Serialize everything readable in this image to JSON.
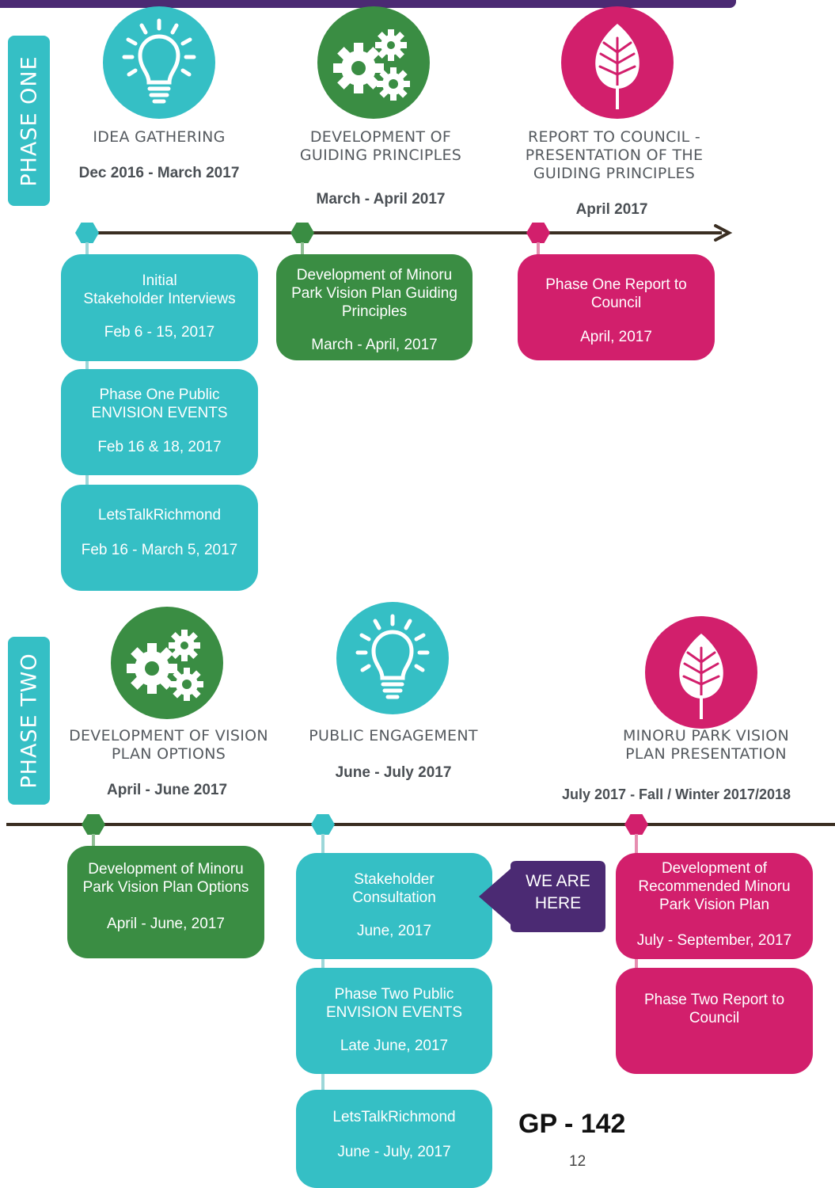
{
  "phase_one": {
    "label": "PHASE ONE",
    "stages": [
      {
        "title": "IDEA GATHERING",
        "date": "Dec 2016 - March 2017",
        "icon": "lightbulb-icon"
      },
      {
        "title": "DEVELOPMENT OF GUIDING PRINCIPLES",
        "title_l1": "DEVELOPMENT OF",
        "title_l2": "GUIDING PRINCIPLES",
        "date": "March - April 2017",
        "icon": "gears-icon"
      },
      {
        "title_l1": "REPORT TO COUNCIL -",
        "title_l2": "PRESENTATION OF THE",
        "title_l3": "GUIDING PRINCIPLES",
        "date": "April 2017",
        "icon": "leaf-icon"
      }
    ],
    "boxes": [
      {
        "line1": "Initial",
        "line2": "Stakeholder Interviews",
        "date": "Feb 6 - 15, 2017"
      },
      {
        "line1": "Phase One Public",
        "line2": "ENVISION EVENTS",
        "date": "Feb 16 & 18, 2017"
      },
      {
        "line1": "LetsTalkRichmond",
        "date": "Feb 16 - March 5, 2017"
      },
      {
        "line1": "Development of Minoru",
        "line2": "Park Vision Plan Guiding",
        "line3": "Principles",
        "date": "March - April, 2017"
      },
      {
        "line1": "Phase One Report to",
        "line2": "Council",
        "date": "April, 2017"
      }
    ]
  },
  "phase_two": {
    "label": "PHASE TWO",
    "stages": [
      {
        "title_l1": "DEVELOPMENT OF VISION",
        "title_l2": "PLAN OPTIONS",
        "date": "April - June 2017",
        "icon": "gears-icon"
      },
      {
        "title": "PUBLIC ENGAGEMENT",
        "date": "June - July 2017",
        "icon": "lightbulb-icon"
      },
      {
        "title_l1": "MINORU PARK VISION",
        "title_l2": "PLAN PRESENTATION",
        "date": "July 2017 - Fall / Winter 2017/2018",
        "icon": "leaf-icon"
      }
    ],
    "boxes": [
      {
        "line1": "Development of Minoru",
        "line2": "Park Vision Plan Options",
        "date": "April - June, 2017"
      },
      {
        "line1": "Stakeholder",
        "line2": "Consultation",
        "date": "June, 2017"
      },
      {
        "line1": "Phase Two Public",
        "line2": "ENVISION EVENTS",
        "date": "Late June, 2017"
      },
      {
        "line1": "LetsTalkRichmond",
        "date": "June - July, 2017"
      },
      {
        "line1": "Development of",
        "line2": "Recommended Minoru",
        "line3": "Park Vision Plan",
        "date": "July - September, 2017"
      },
      {
        "line1": "Phase Two Report to",
        "line2": "Council"
      }
    ]
  },
  "marker": {
    "line1": "WE ARE",
    "line2": "HERE"
  },
  "footer": {
    "code": "GP - 142",
    "page": "12"
  },
  "colors": {
    "teal": "#35bfc5",
    "green": "#3a8d43",
    "magenta": "#d21f6c",
    "purple": "#4b2a73",
    "line": "#3a2e22"
  }
}
